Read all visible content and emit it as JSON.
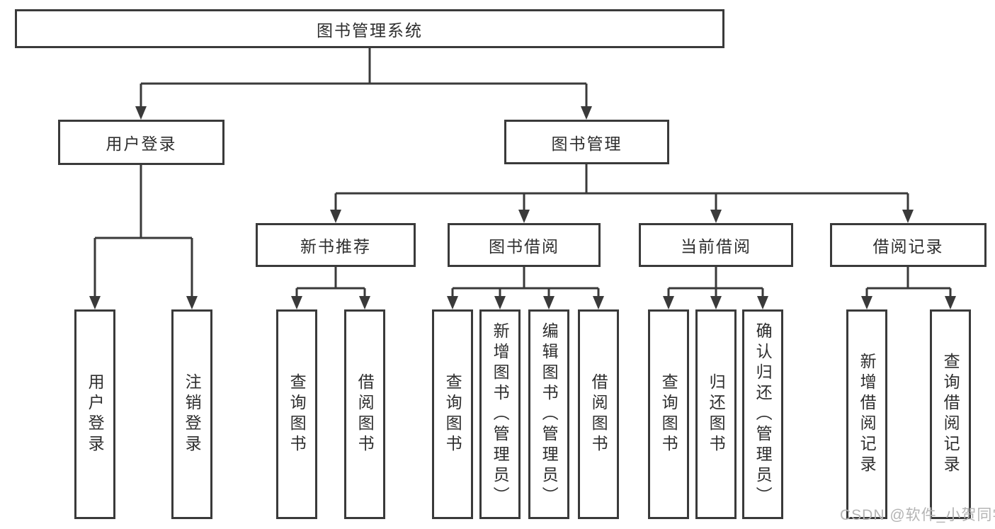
{
  "tree": {
    "root": {
      "label": "图书管理系统"
    },
    "children": [
      {
        "label": "用户登录",
        "children": [
          {
            "label": "用户登录"
          },
          {
            "label": "注销登录"
          }
        ]
      },
      {
        "label": "图书管理",
        "children": [
          {
            "label": "新书推荐",
            "children": [
              {
                "label": "查询图书"
              },
              {
                "label": "借阅图书"
              }
            ]
          },
          {
            "label": "图书借阅",
            "children": [
              {
                "label": "查询图书"
              },
              {
                "label": "新增图书（管理员）"
              },
              {
                "label": "编辑图书（管理员）"
              },
              {
                "label": "借阅图书"
              }
            ]
          },
          {
            "label": "当前借阅",
            "children": [
              {
                "label": "查询图书"
              },
              {
                "label": "归还图书"
              },
              {
                "label": "确认归还（管理员）"
              }
            ]
          },
          {
            "label": "借阅记录",
            "children": [
              {
                "label": "新增借阅记录"
              },
              {
                "label": "查询借阅记录"
              }
            ]
          }
        ]
      }
    ]
  },
  "watermark": {
    "text": "CSDN @软件_小贺同学"
  },
  "colors": {
    "line": "#3a3a3a",
    "text": "#2e2e2e",
    "watermark": "#b4b4b4",
    "background": "#ffffff"
  }
}
